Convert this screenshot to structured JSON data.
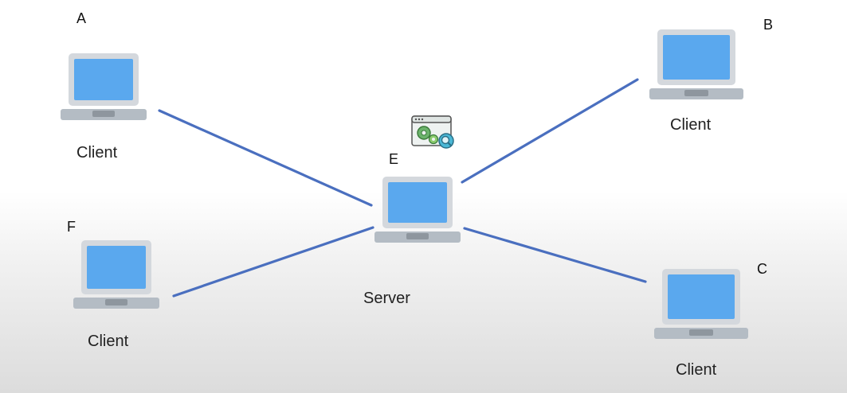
{
  "colors": {
    "link": "#4a6fbf",
    "screen": "#5aa8ee",
    "bezel": "#d4d8dd",
    "base": "#b4bcc4",
    "base_dark": "#8e969e"
  },
  "nodes": {
    "a": {
      "letter": "A",
      "role": "Client"
    },
    "b": {
      "letter": "B",
      "role": "Client"
    },
    "c": {
      "letter": "C",
      "role": "Client"
    },
    "e": {
      "letter": "E",
      "role": "Server"
    },
    "f": {
      "letter": "F",
      "role": "Client"
    }
  },
  "server_icon": {
    "name": "server-settings-search-icon"
  },
  "links": [
    {
      "from": "a",
      "to": "e"
    },
    {
      "from": "b",
      "to": "e"
    },
    {
      "from": "c",
      "to": "e"
    },
    {
      "from": "f",
      "to": "e"
    }
  ]
}
